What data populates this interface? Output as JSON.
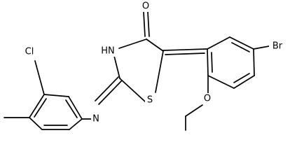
{
  "structure": {
    "atom_labels": {
      "o_carbonyl": "O",
      "nh": "HN",
      "s_ring": "S",
      "n_imine": "N",
      "br": "Br",
      "cl": "Cl",
      "o_ether": "O"
    }
  }
}
